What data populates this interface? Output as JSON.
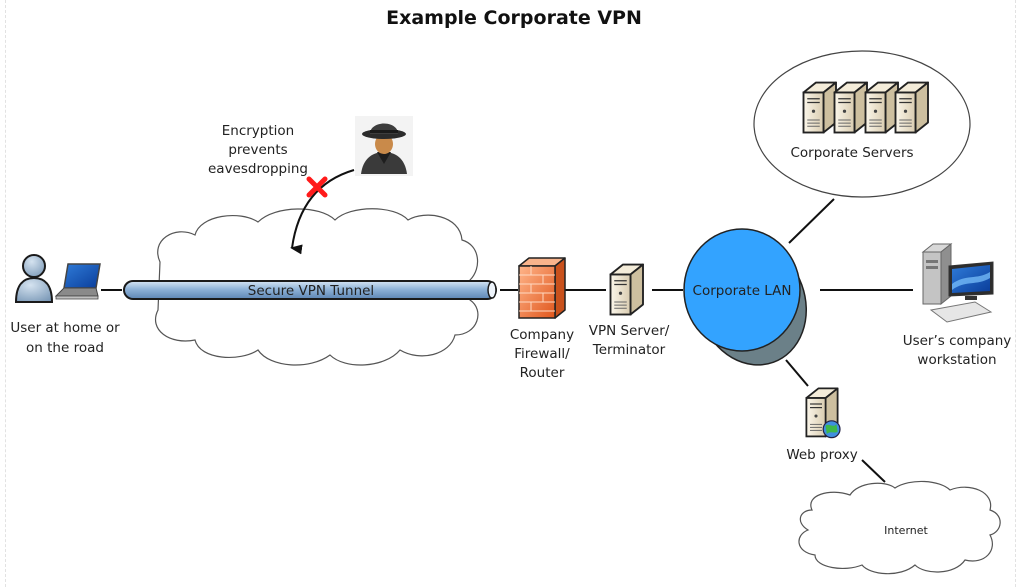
{
  "title": "Example Corporate VPN",
  "nodes": {
    "remote_user": {
      "label_line1": "User at home or",
      "label_line2": "on the road",
      "icon": "user-with-laptop-icon"
    },
    "eavesdropper": {
      "icon": "spy-icon",
      "note_line1": "Encryption",
      "note_line2": "prevents",
      "note_line3": "eavesdropping",
      "blocked_marker": "red-x-icon"
    },
    "tunnel": {
      "label": "Secure VPN Tunnel"
    },
    "firewall": {
      "label_line1": "Company",
      "label_line2": "Firewall/",
      "label_line3": "Router",
      "icon": "firewall-icon"
    },
    "vpn_server": {
      "label_line1": "VPN Server/",
      "label_line2": "Terminator",
      "icon": "server-icon"
    },
    "lan": {
      "label": "Corporate LAN"
    },
    "servers": {
      "label": "Corporate Servers",
      "icon": "server-rack-icon",
      "count": 4
    },
    "workstation": {
      "label_line1": "User’s company",
      "label_line2": "workstation",
      "icon": "desktop-computer-icon"
    },
    "web_proxy": {
      "label": "Web proxy",
      "icon": "web-server-icon"
    },
    "internet": {
      "label": "Internet"
    }
  },
  "colors": {
    "lan_fill": "#33a3ff",
    "lan_shadow": "#6b8088",
    "tunnel_fill": "#9bbcdc",
    "firewall": "#f07a3a",
    "blocked_x": "#ff1a1a"
  }
}
